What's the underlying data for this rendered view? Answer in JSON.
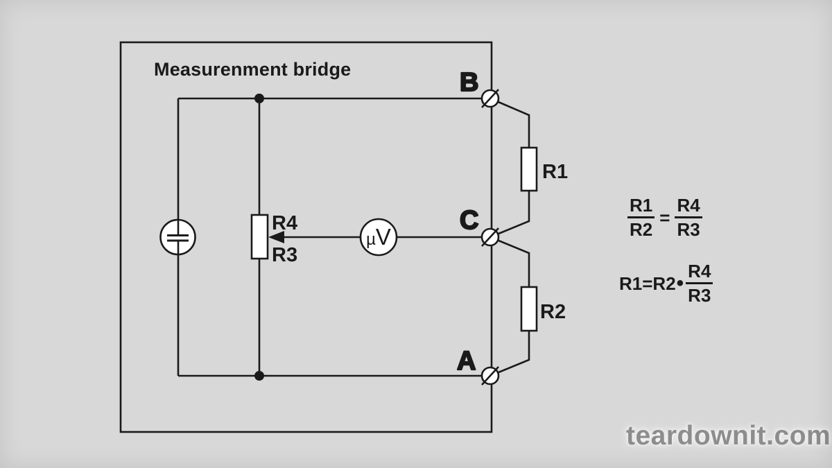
{
  "colors": {
    "background": "#d8d8d8",
    "line": "#1a1a1a",
    "component_fill": "#ffffff",
    "watermark": "#8d8d8d"
  },
  "diagram": {
    "title": "Measurenment bridge",
    "nodes": {
      "top": "B",
      "middle": "C",
      "bottom": "A"
    },
    "labels": {
      "r1": "R1",
      "r2": "R2",
      "r4": "R4",
      "r3": "R3"
    },
    "meter": {
      "mu": "µ",
      "v": "V"
    }
  },
  "formulas": {
    "ratio": {
      "num_left": "R1",
      "den_left": "R2",
      "equals": "=",
      "num_right": "R4",
      "den_right": "R3"
    },
    "product": {
      "lhs": "R1=R2",
      "dot": "•",
      "num": "R4",
      "den": "R3"
    }
  },
  "watermark": "teardownit.com"
}
